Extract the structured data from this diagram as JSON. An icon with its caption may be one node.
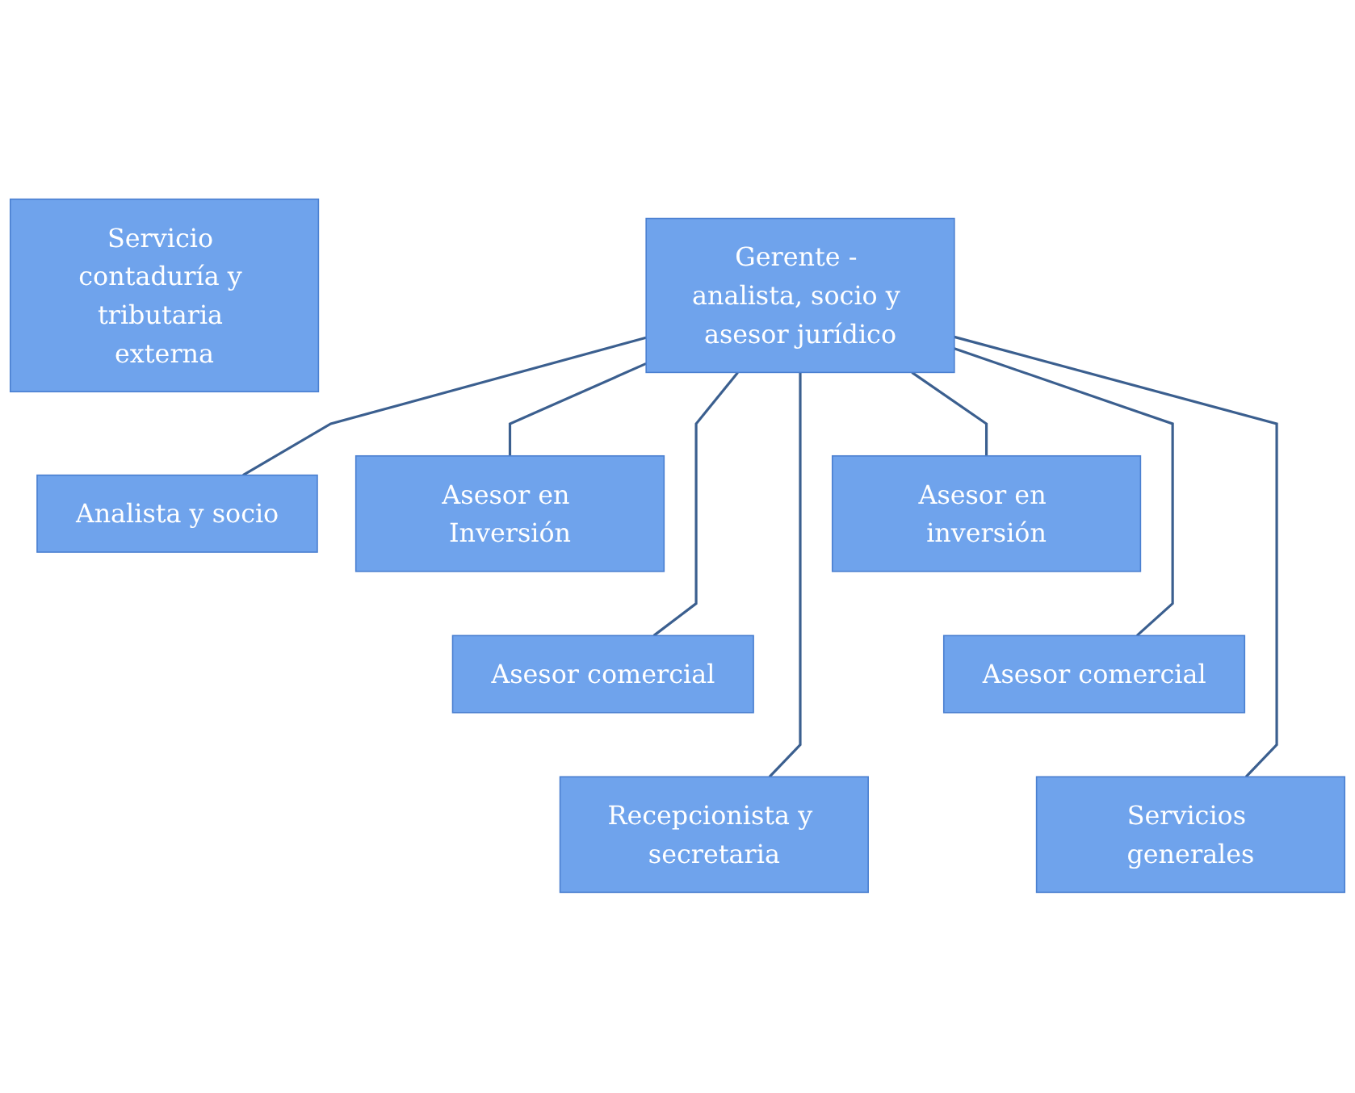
{
  "diagram": {
    "nodes": [
      {
        "text": [
          "Servicio contaduría y tributaria externa"
        ]
      },
      {
        "text": [
          "Gerente - analista, socio y asesor jurídico"
        ]
      },
      {
        "text": [
          "Analista y socio"
        ]
      },
      {
        "text": [
          "Asesor en Inversión"
        ]
      },
      {
        "text": [
          "Asesor en inversión"
        ]
      },
      {
        "text": [
          "Asesor comercial"
        ]
      },
      {
        "text": [
          "Asesor comercial"
        ]
      },
      {
        "text": [
          "Recepcionista y secretaria"
        ]
      },
      {
        "text": [
          "Servicios generales"
        ]
      }
    ],
    "edges": [
      {
        "from": 1,
        "to": 2,
        "arrow": "none"
      },
      {
        "from": 1,
        "to": 3,
        "arrow": "none"
      },
      {
        "from": 1,
        "to": 4,
        "arrow": "none"
      },
      {
        "from": 1,
        "to": 5,
        "arrow": "none"
      },
      {
        "from": 1,
        "to": 6,
        "arrow": "none"
      },
      {
        "from": 1,
        "to": 7,
        "arrow": "none"
      },
      {
        "from": 1,
        "to": 8,
        "arrow": "none"
      }
    ]
  }
}
